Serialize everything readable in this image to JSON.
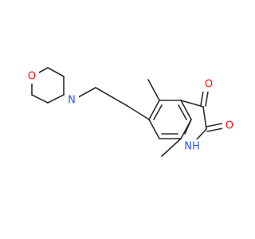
{
  "molecule": {
    "colors": {
      "bond": "#2b2b2b",
      "oxygen": "#ff0d0d",
      "nitrogen": "#3050f8",
      "background": "#ffffff"
    },
    "atom_labels": {
      "morpholine_oxygen": "O",
      "morpholine_nitrogen": "N",
      "ketone_oxygen_c3": "O",
      "amide_oxygen_c2": "O",
      "indoline_nh": "NH"
    }
  }
}
